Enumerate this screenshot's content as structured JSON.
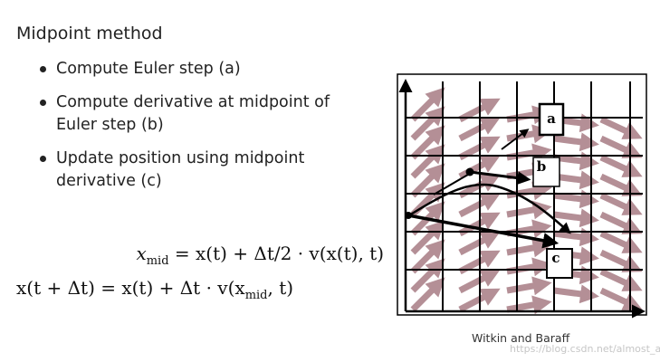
{
  "slide": {
    "title": "Midpoint method",
    "bullets": [
      {
        "label": "Compute Euler step (a)"
      },
      {
        "label": "Compute derivative at midpoint of Euler step (b)"
      },
      {
        "label": "Update position using midpoint derivative (c)"
      }
    ],
    "equations": {
      "eq1": {
        "lhs_var": "x",
        "lhs_sub": "mid",
        "rhs_a": " = x(t) + Δt/2 · v(x(t), t)"
      },
      "eq2": {
        "lhs": "x(t + Δt) = x(t) + Δt · v(x",
        "sub": "mid",
        "tail": ", t)"
      }
    }
  },
  "figure": {
    "labels": {
      "a": "a",
      "b": "b",
      "c": "c"
    },
    "caption": "Witkin and Baraff"
  },
  "watermark": "https://blog.csdn.net/almost_afei",
  "colors": {
    "field_arrow": "#b48f96",
    "grid": "#000000",
    "background": "#ffffff",
    "text": "#222222"
  }
}
